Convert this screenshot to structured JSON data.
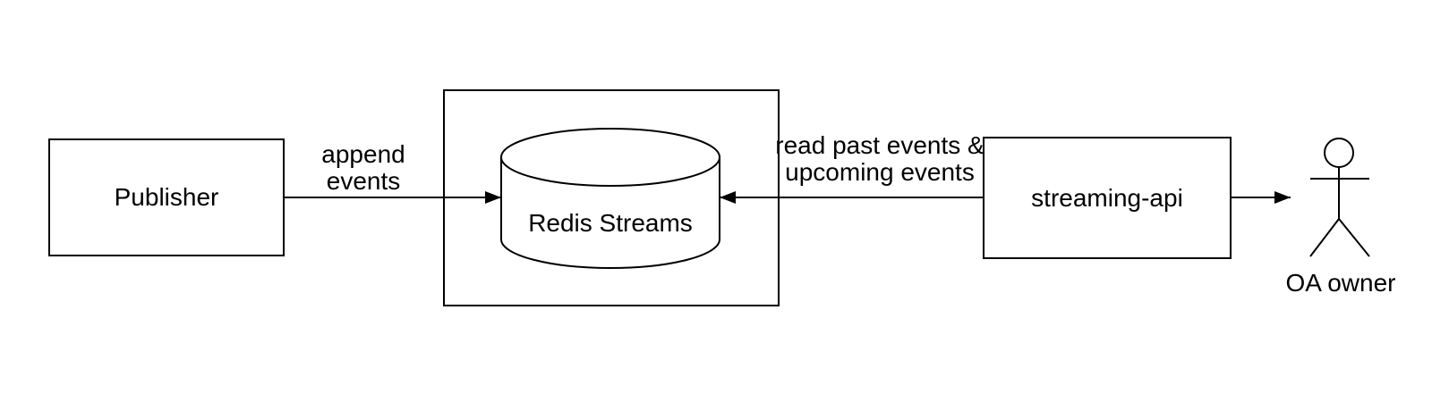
{
  "colors": {
    "background": "#ffffff",
    "stroke": "#000000",
    "text": "#000000"
  },
  "nodes": {
    "publisher": {
      "label": "Publisher"
    },
    "redis_streams": {
      "label": "Redis Streams"
    },
    "streaming_api": {
      "label": "streaming-api"
    },
    "actor": {
      "label": "OA owner"
    }
  },
  "edges": {
    "append_events": {
      "label": [
        "append",
        "events"
      ]
    },
    "read_events": {
      "label": [
        "read past events &",
        "upcoming events"
      ]
    }
  }
}
